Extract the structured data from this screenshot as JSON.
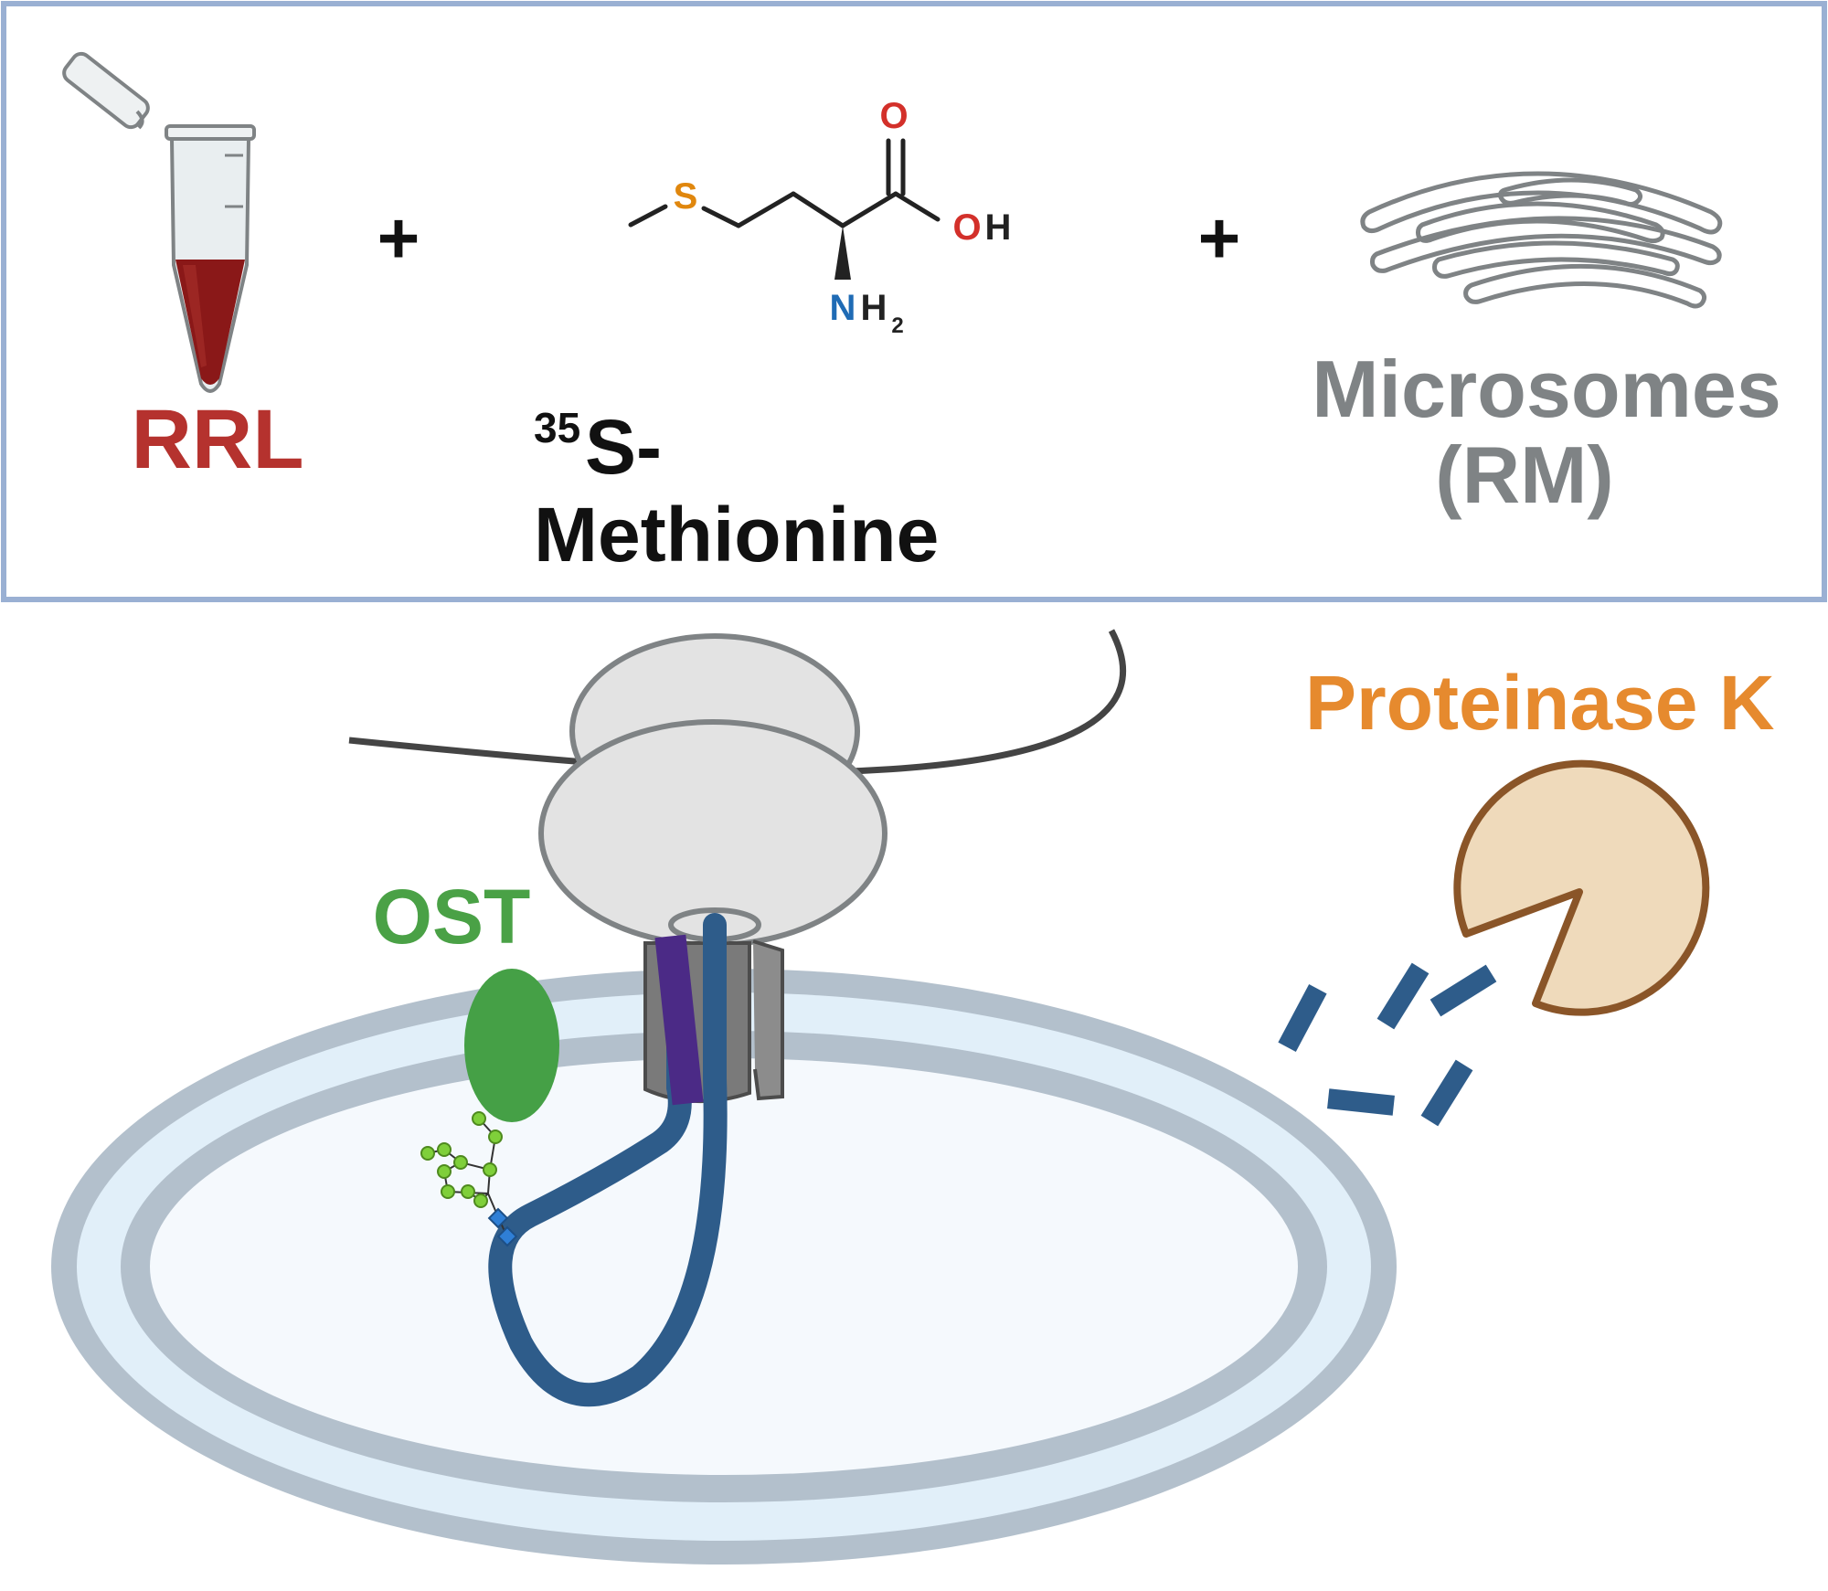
{
  "top_panel": {
    "rrl": {
      "label": "RRL",
      "color": "#b5322e"
    },
    "plus": "+",
    "methionine": {
      "superscript": "35",
      "line1": "S-",
      "line2": "Methionine",
      "atoms": {
        "sulfur": "S",
        "oxygen": "O",
        "oh_o": "O",
        "oh_h": "H",
        "nh_n": "N",
        "nh_h": "H",
        "nh_sub": "2"
      }
    },
    "microsomes": {
      "line1": "Microsomes",
      "line2": "(RM)",
      "color": "#7f8385"
    }
  },
  "bottom_panel": {
    "ost": {
      "label": "OST",
      "color": "#4aa146"
    },
    "proteinase": {
      "label": "Proteinase K",
      "color": "#e68a2e"
    }
  },
  "colors": {
    "panel_border": "#9ab0d3",
    "protein": "#2e5c8a",
    "membrane": "#b3c0cc",
    "lumen": "#f5f9fd",
    "signal_anchor": "#4b2a86"
  }
}
